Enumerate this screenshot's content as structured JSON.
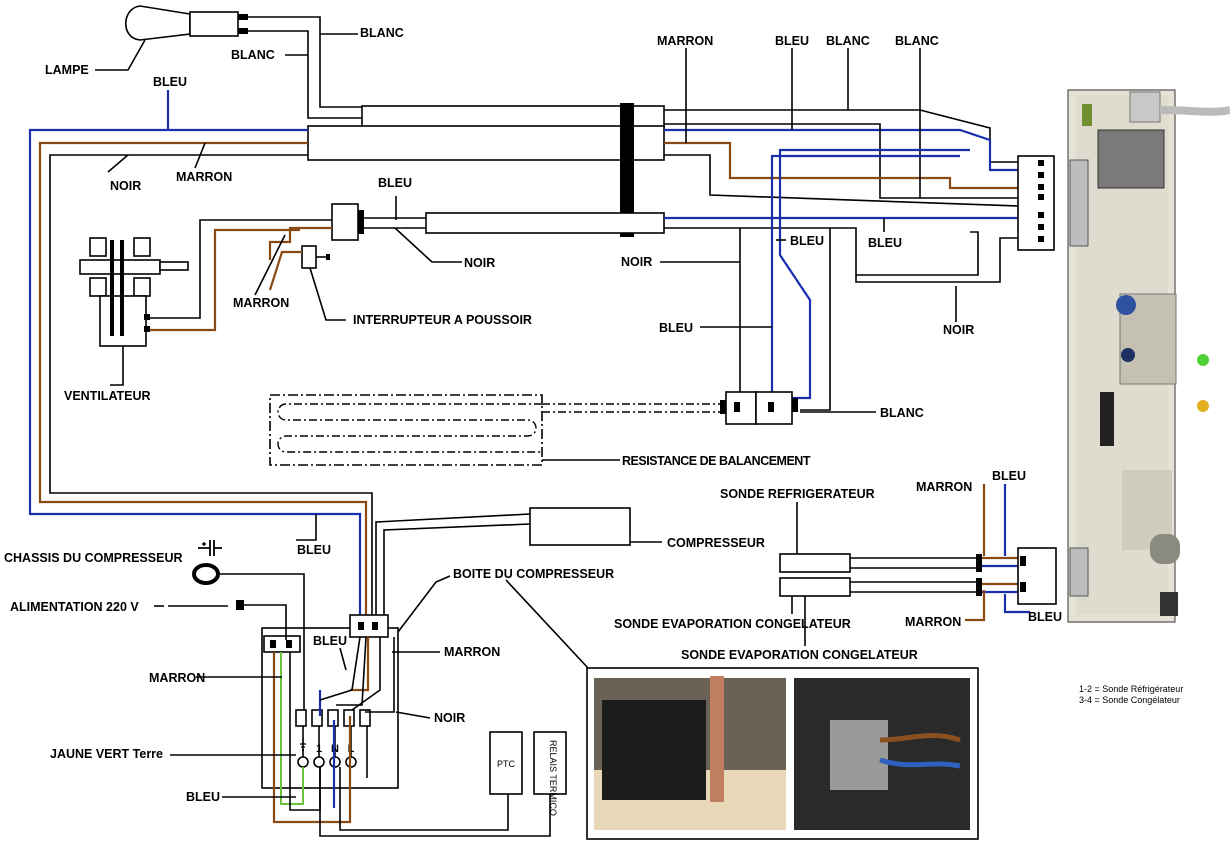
{
  "labels": {
    "lampe": "LAMPE",
    "blanc_1": "BLANC",
    "blanc_2": "BLANC",
    "bleu_1": "BLEU",
    "noir_1": "NOIR",
    "marron_1": "MARRON",
    "marron_top": "MARRON",
    "bleu_top": "BLEU",
    "blanc_top_1": "BLANC",
    "blanc_top_2": "BLANC",
    "bleu_2": "BLEU",
    "noir_2": "NOIR",
    "marron_2": "MARRON",
    "interrupteur": "INTERRUPTEUR A POUSSOIR",
    "ventilateur": "VENTILATEUR",
    "noir_3": "NOIR",
    "bleu_3": "BLEU",
    "bleu_4": "BLEU",
    "bleu_5": "BLEU",
    "noir_4": "NOIR",
    "blanc_3": "BLANC",
    "resistance": "RESISTANCE DE BALANCEMENT",
    "sonde_refrig": "SONDE REFRIGERATEUR",
    "marron_3": "MARRON",
    "bleu_6": "BLEU",
    "compresseur": "COMPRESSEUR",
    "chassis": "CHASSIS DU COMPRESSEUR",
    "boite": "BOITE DU COMPRESSEUR",
    "alimentation": "ALIMENTATION 220 V",
    "bleu_7": "BLEU",
    "bleu_8": "BLEU",
    "marron_4": "MARRON",
    "marron_5": "MARRON",
    "noir_5": "NOIR",
    "jaune_vert": "JAUNE VERT Terre",
    "bleu_9": "BLEU",
    "sonde_evap_1": "SONDE EVAPORATION CONGELATEUR",
    "sonde_evap_2": "SONDE EVAPORATION CONGELATEUR",
    "marron_6": "MARRON",
    "bleu_10": "BLEU",
    "ptc": "PTC",
    "relais": "RELAIS TERMICO",
    "legend_1": "1-2 = Sonde Réfrigérateur",
    "legend_2": "3-4 = Sonde Congélateur"
  },
  "terminals": [
    "1",
    "N",
    "L"
  ],
  "colors": {
    "wire_blue": "#1a2fb0",
    "wire_brown": "#8a4a14",
    "wire_black": "#000000",
    "wire_green_yellow": "#6cc43a",
    "pcb_board": "#e6e2d6",
    "led_green": "#4fd03a",
    "led_yellow": "#e0b020"
  },
  "icons": [
    "ground-icon",
    "lamp-icon",
    "photo-of-compressor-box"
  ]
}
